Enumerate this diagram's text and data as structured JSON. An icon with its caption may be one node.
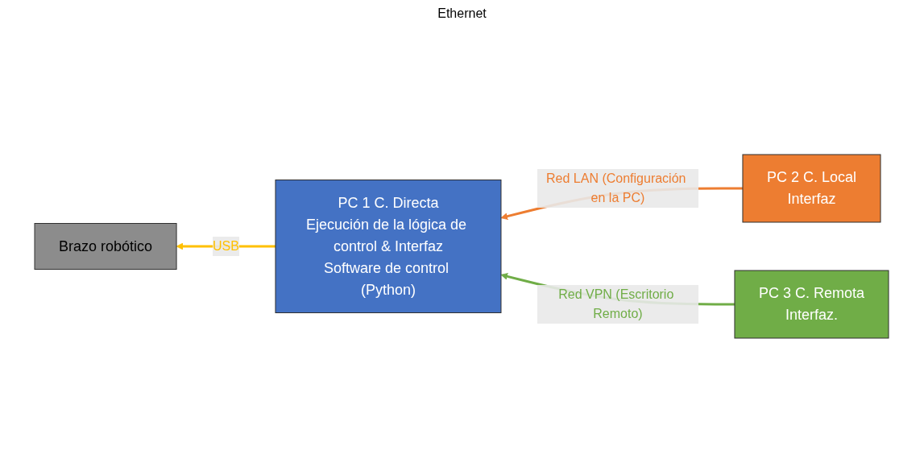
{
  "diagram": {
    "nodes": [
      {
        "text": [
          "PC 1 C. Directa",
          "Ejecución de la lógica de control & Interfaz",
          "Software de control (Python)"
        ]
      },
      {
        "text": [
          "PC 2 C. Local",
          "Interfaz"
        ]
      },
      {
        "text": [
          "PC 3 C. Remota",
          "Interfaz."
        ]
      },
      {
        "text": [
          "Brazo robótico"
        ]
      }
    ],
    "edges": [
      {
        "from": 1,
        "to": 0,
        "arrow": "to",
        "label": "Red LAN (Configuración en la PC)",
        "color": "#ed7d31"
      },
      {
        "from": 2,
        "to": 0,
        "arrow": "to",
        "label": "Red VPN (Escritorio Remoto)",
        "color": "#70ad47"
      },
      {
        "from": 0,
        "to": 3,
        "arrow": "to",
        "label": "USB",
        "color": "#ffc000"
      }
    ],
    "labels": [
      "Ethernet"
    ]
  }
}
